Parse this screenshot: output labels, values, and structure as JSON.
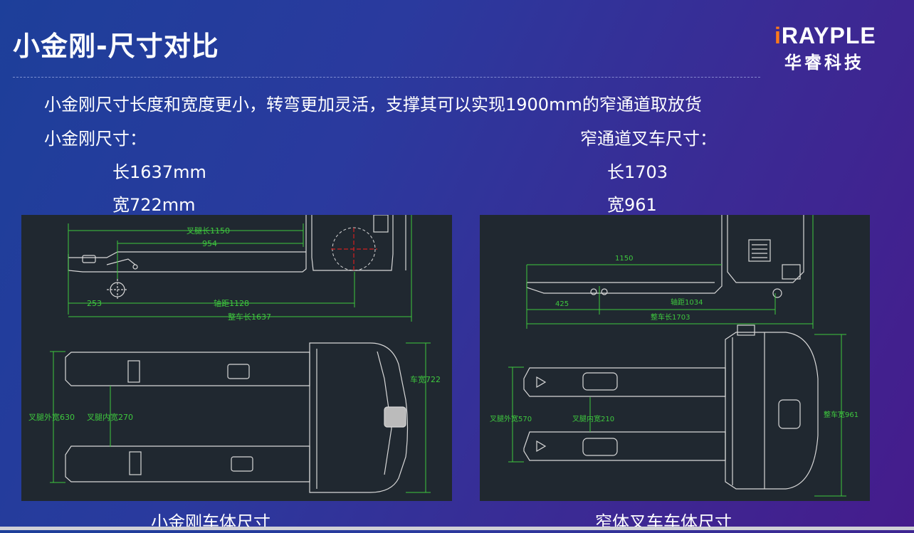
{
  "header": {
    "title": "小金刚-尺寸对比"
  },
  "logo": {
    "brand_prefix": "i",
    "brand_rest": "RAYPLE",
    "brand_cn": "华睿科技"
  },
  "content": {
    "summary": "小金刚尺寸长度和宽度更小，转弯更加灵活，支撑其可以实现1900mm的窄通道取放货",
    "left": {
      "heading": "小金刚尺寸：",
      "length": "长1637mm",
      "width": "宽722mm"
    },
    "right": {
      "heading": "窄通道叉车尺寸：",
      "length": "长1703",
      "width": "宽961"
    }
  },
  "drawing_left": {
    "dim_fork_length": "叉腿长1150",
    "dim_954": "954",
    "dim_253": "253",
    "dim_wheelbase": "轴距1128",
    "dim_total_length": "整车长1637",
    "dim_fork_outer": "叉腿外宽630",
    "dim_fork_inner": "叉腿内宽270",
    "dim_width": "车宽722",
    "caption": "小金刚车体尺寸"
  },
  "drawing_right": {
    "dim_1150": "1150",
    "dim_425": "425",
    "dim_wheelbase": "轴距1034",
    "dim_total_length": "整车长1703",
    "dim_fork_outer": "叉腿外宽570",
    "dim_fork_inner": "叉腿内宽210",
    "dim_width": "整车宽961",
    "caption": "窄体叉车车体尺寸"
  },
  "colors": {
    "dimension_line": "#3ec83e",
    "drawing_line": "#d8d8d8",
    "center_mark": "#d02020",
    "panel_bg": "#202830",
    "logo_accent": "#ff7a1a"
  }
}
